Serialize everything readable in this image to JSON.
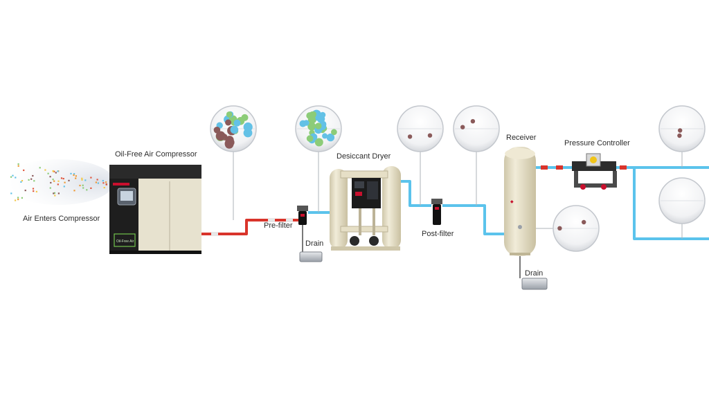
{
  "labels": {
    "air_enters": "Air Enters Compressor",
    "compressor": "Oil-Free Air Compressor",
    "compressor_badge": "Oil-Free Air",
    "pre_filter": "Pre-filter",
    "drain_1": "Drain",
    "dryer": "Desiccant Dryer",
    "post_filter": "Post-filter",
    "receiver": "Receiver",
    "drain_2": "Drain",
    "pressure_controller": "Pressure Controller"
  },
  "colors": {
    "pipe_clean": "#5bc3ec",
    "pipe_contaminated": "#d9342b",
    "cabinet_dark": "#1e1e1e",
    "cabinet_panel": "#e7e2cf",
    "tank_beige": "#e4ddc4",
    "brand_red": "#c8102e",
    "particle_dust": "#8a5a5a",
    "particle_water": "#63c1e6",
    "particle_oil": "#8ccc78"
  },
  "magnifiers": [
    {
      "id": "after-compressor",
      "contaminants": [
        "dust",
        "water",
        "oil"
      ],
      "density": "high"
    },
    {
      "id": "after-pre-filter",
      "contaminants": [
        "water",
        "oil"
      ],
      "density": "high"
    },
    {
      "id": "after-dryer",
      "contaminants": [
        "dust"
      ],
      "density": "low"
    },
    {
      "id": "after-post-filter",
      "contaminants": [
        "dust"
      ],
      "density": "low"
    },
    {
      "id": "receiver-tank",
      "contaminants": [
        "dust"
      ],
      "density": "low"
    },
    {
      "id": "after-controller-1",
      "contaminants": [
        "dust"
      ],
      "density": "low"
    },
    {
      "id": "after-controller-2",
      "contaminants": [],
      "density": "none"
    }
  ]
}
